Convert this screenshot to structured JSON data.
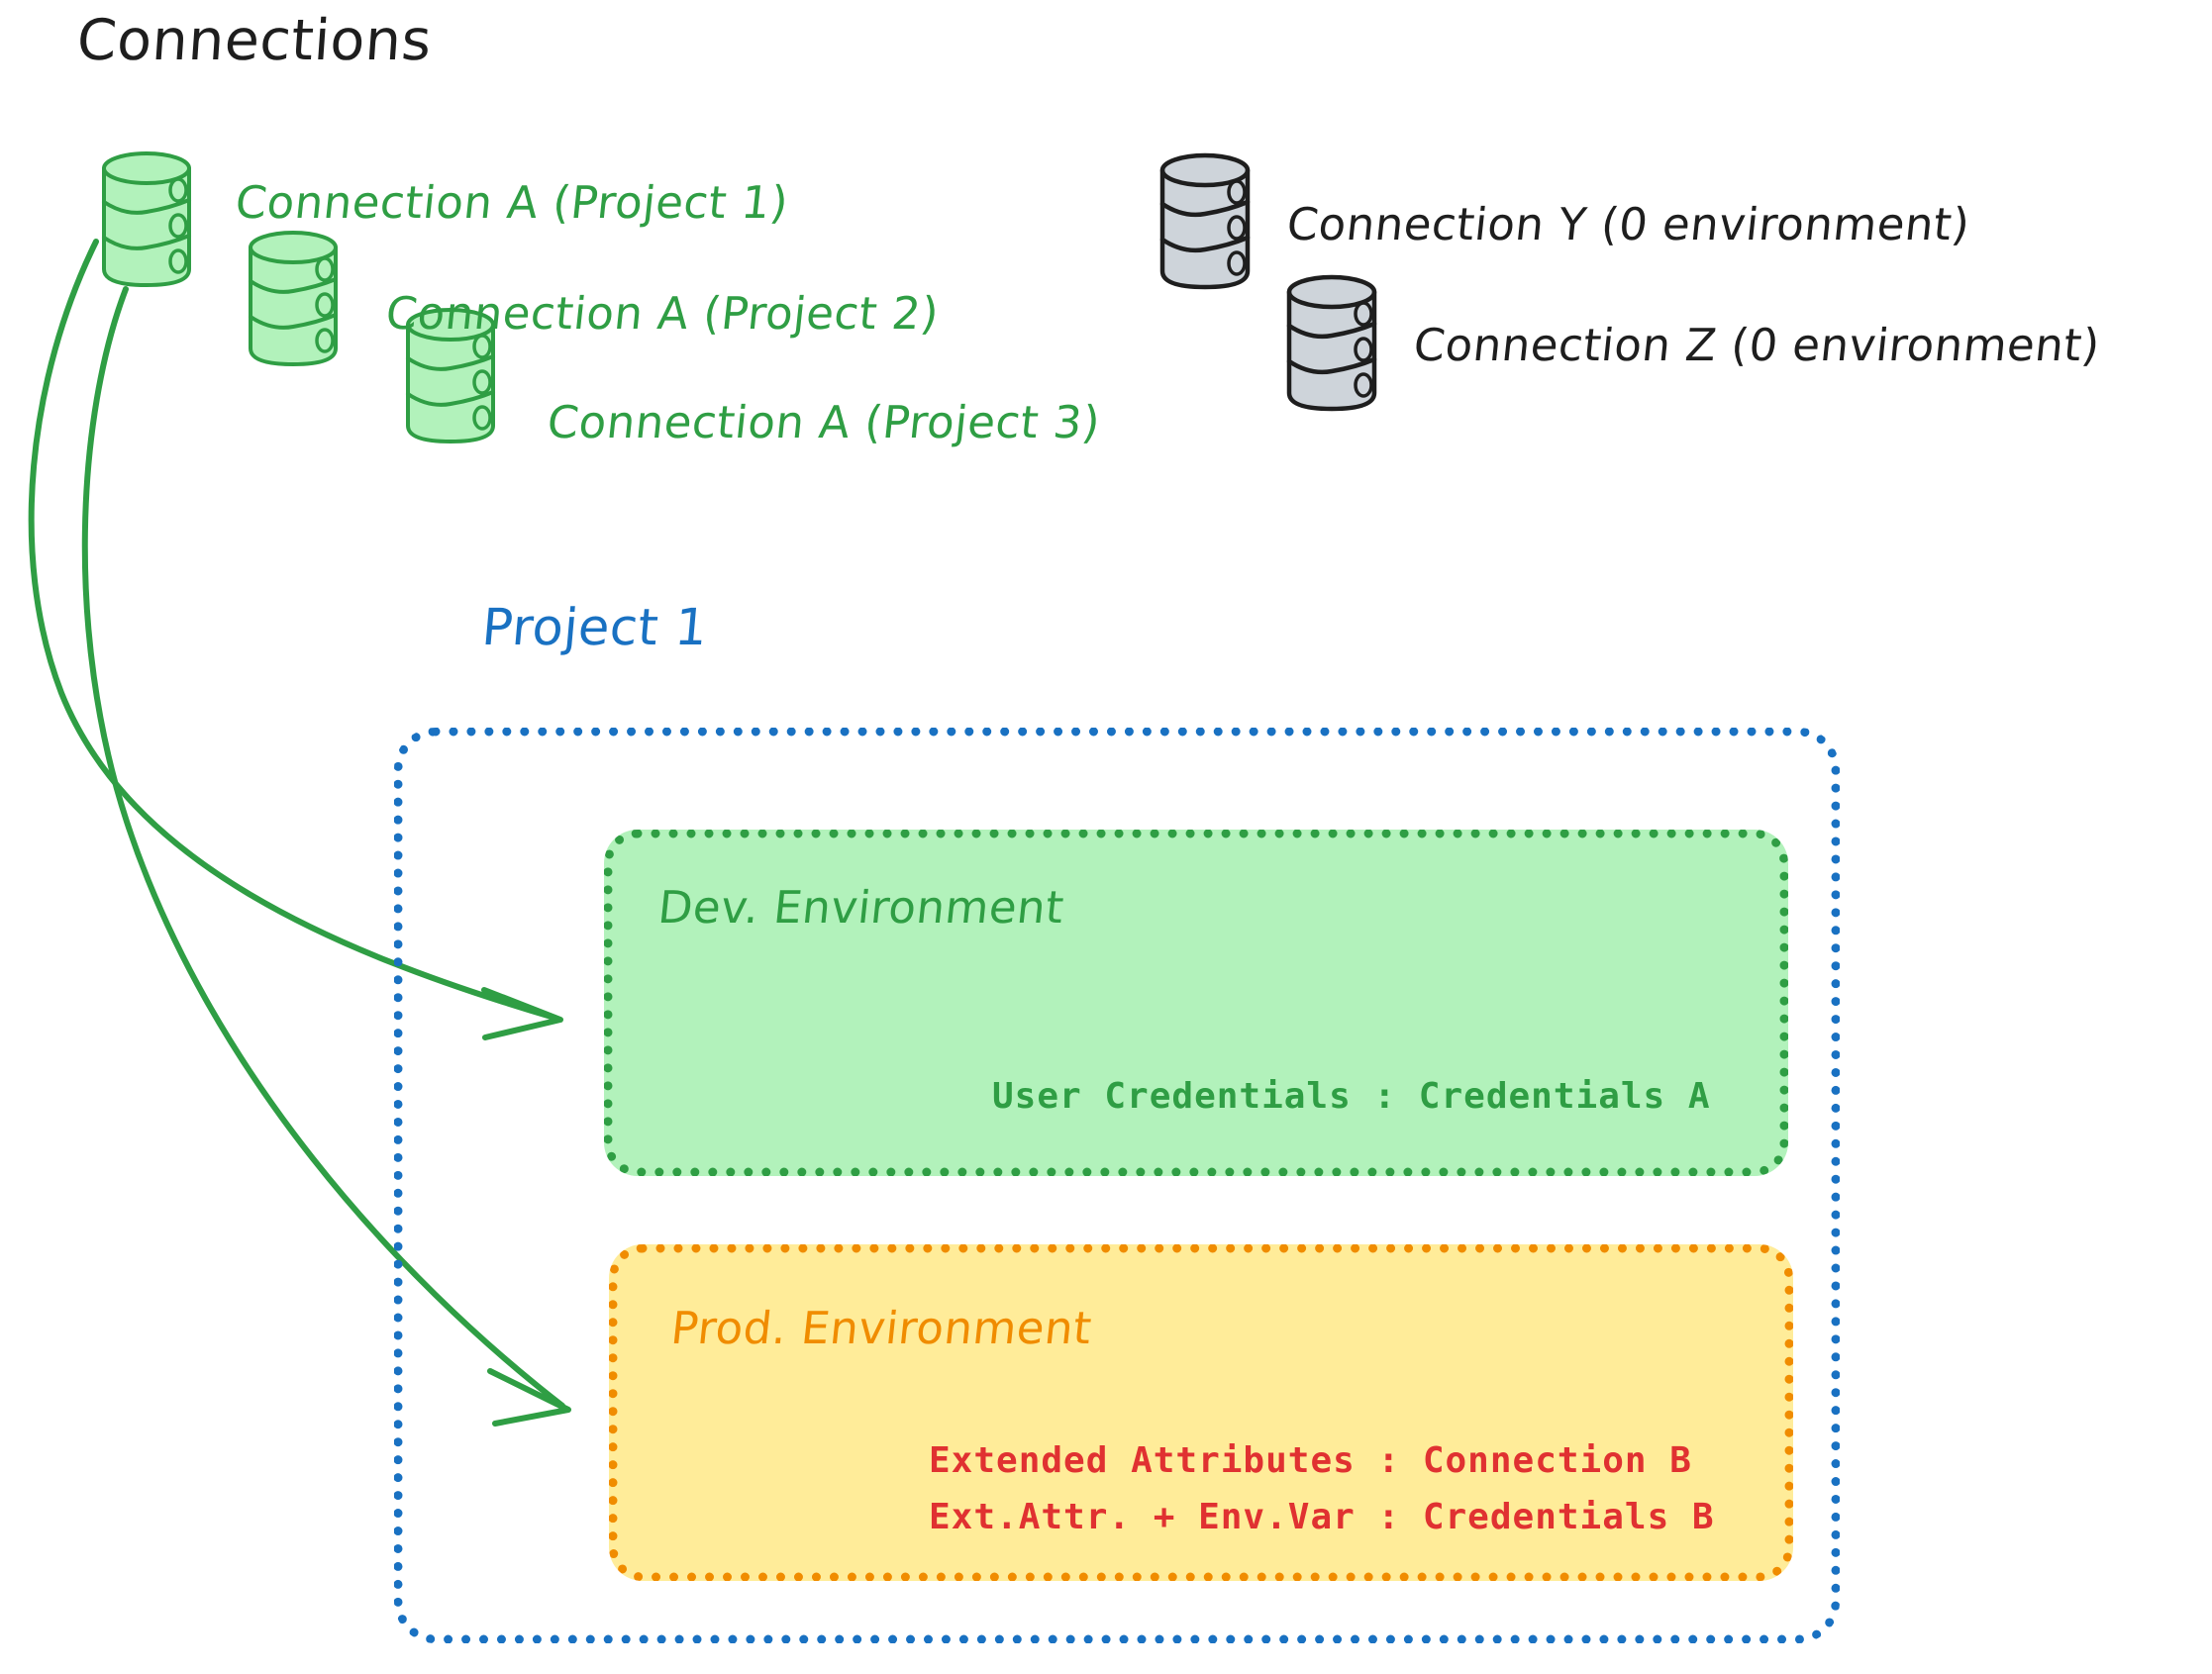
{
  "diagram": {
    "title": "Connections",
    "colors": {
      "green_stroke": "#2f9e44",
      "green_fill": "#b2f2bb",
      "gray_fill": "#ced4da",
      "black_stroke": "#1e1e1e",
      "blue_stroke": "#1971c2",
      "orange_stroke": "#f08c00",
      "yellow_fill": "#ffec99",
      "red_text": "#e03131"
    }
  },
  "connections": {
    "heading": "Connections",
    "green_items": [
      {
        "label": "Connection A (Project 1)",
        "icon": "database-icon"
      },
      {
        "label": "Connection A (Project 2)",
        "icon": "database-icon"
      },
      {
        "label": "Connection A (Project 3)",
        "icon": "database-icon"
      }
    ],
    "gray_items": [
      {
        "label": "Connection Y (0 environment)",
        "icon": "database-icon"
      },
      {
        "label": "Connection Z (0 environment)",
        "icon": "database-icon"
      }
    ]
  },
  "project": {
    "label": "Project 1",
    "environments": [
      {
        "name": "Dev. Environment",
        "lines": [
          "User Credentials : Credentials A"
        ]
      },
      {
        "name": "Prod. Environment",
        "lines": [
          "Extended Attributes : Connection B",
          "Ext.Attr. + Env.Var : Credentials B"
        ]
      }
    ]
  },
  "arrows": [
    {
      "from": "Connection A (Project 1)",
      "to": "Dev. Environment"
    },
    {
      "from": "Connection A (Project 1)",
      "to": "Prod. Environment"
    }
  ]
}
